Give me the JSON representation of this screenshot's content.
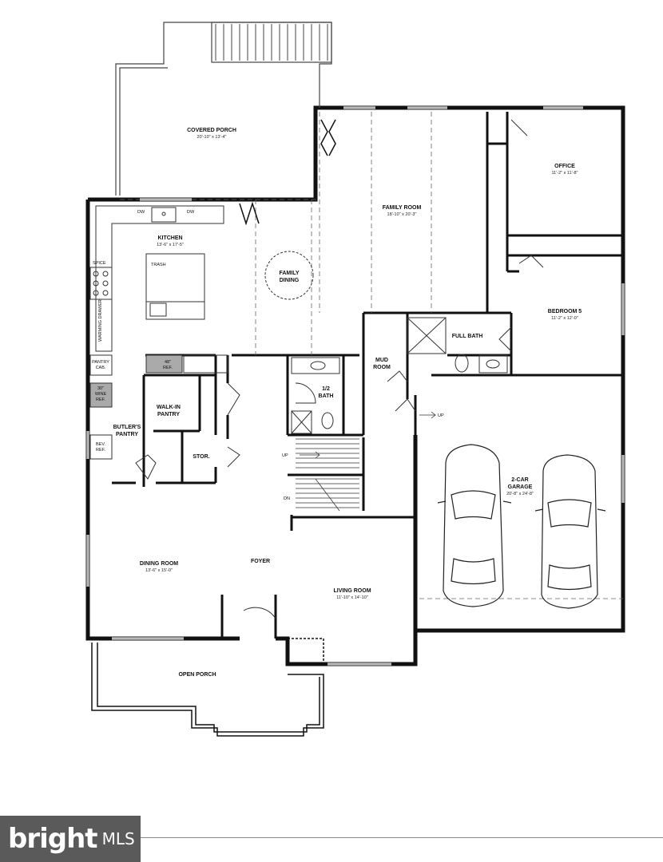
{
  "rooms": {
    "covered_porch": {
      "name": "COVERED PORCH",
      "dims": "20'-10\" x 13'-4\""
    },
    "family_room": {
      "name": "FAMILY ROOM",
      "dims": "18'-10\" x 20'-3\""
    },
    "office": {
      "name": "OFFICE",
      "dims": "11'-2\" x 11'-8\""
    },
    "kitchen": {
      "name": "KITCHEN",
      "dims": "13'-6\" x 17'-5\""
    },
    "family_dining": {
      "line1": "FAMILY",
      "line2": "DINING"
    },
    "bedroom5": {
      "name": "BEDROOM 5",
      "dims": "11'-2\" x 12'-0\""
    },
    "full_bath": {
      "name": "FULL BATH"
    },
    "mud_room": {
      "line1": "MUD",
      "line2": "ROOM"
    },
    "half_bath": {
      "line1": "1/2",
      "line2": "BATH"
    },
    "walk_in_pantry": {
      "line1": "WALK-IN",
      "line2": "PANTRY"
    },
    "butlers_pantry": {
      "line1": "BUTLER'S",
      "line2": "PANTRY"
    },
    "storage": {
      "name": "STOR."
    },
    "garage": {
      "line1": "2-CAR",
      "line2": "GARAGE",
      "dims": "20'-8\" x 24'-8\""
    },
    "dining_room": {
      "name": "DINING ROOM",
      "dims": "13'-6\" x 15'-0\""
    },
    "foyer": {
      "name": "FOYER"
    },
    "living_room": {
      "name": "LIVING ROOM",
      "dims": "11'-10\" x 14'-10\""
    },
    "open_porch": {
      "name": "OPEN PORCH"
    }
  },
  "fixtures": {
    "dw_left": "DW",
    "dw_right": "DW",
    "trash": "TRASH",
    "spice": "SPICE",
    "warming_drawer": "WARMING DRAWER",
    "pantry_cab_1": "PANTRY",
    "pantry_cab_2": "CAB.",
    "ref_48_1": "48\"",
    "ref_48_2": "REF.",
    "wine_ref_1": "30\"",
    "wine_ref_2": "WINE",
    "wine_ref_3": "REF.",
    "bev_ref_1": "BEV.",
    "bev_ref_2": "REF.",
    "stair_up_main": "UP",
    "stair_dn_main": "DN",
    "stair_up_garage": "UP"
  },
  "watermark": {
    "brand": "bright",
    "mls": "MLS"
  }
}
